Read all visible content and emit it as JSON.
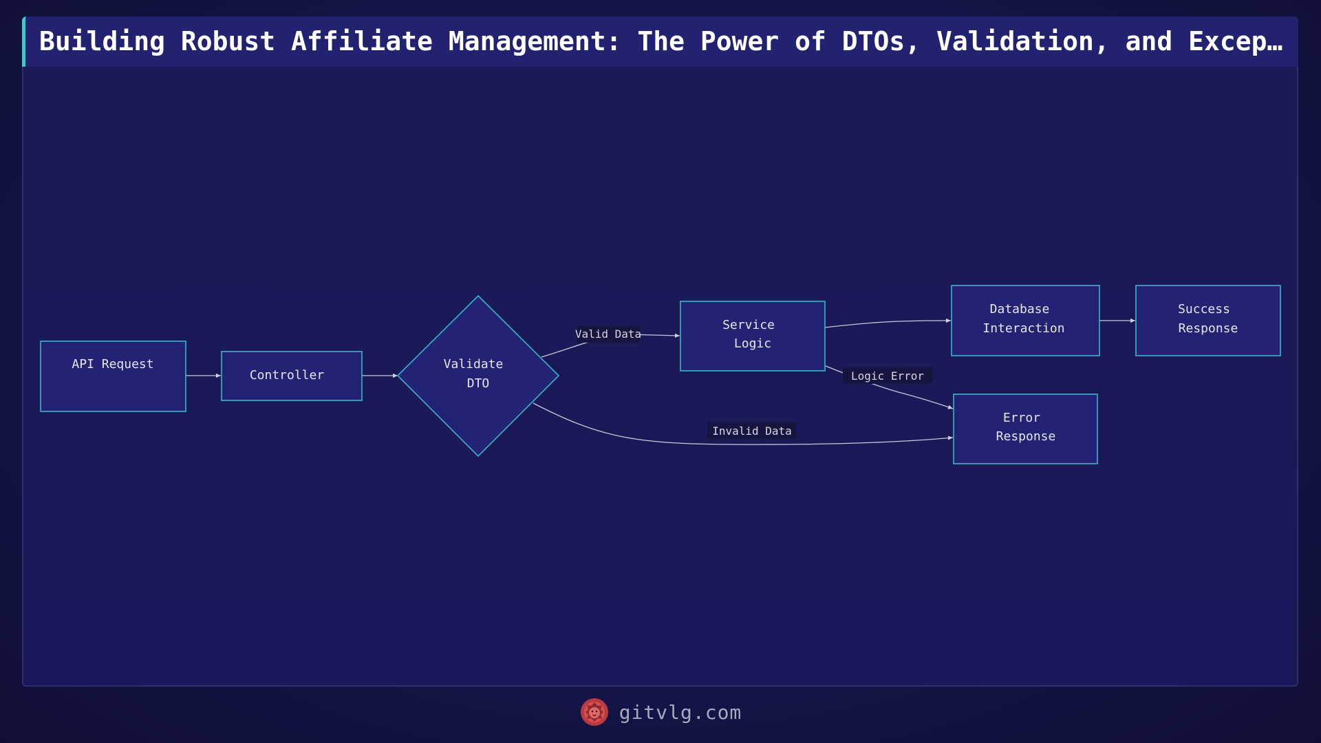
{
  "title": "Building Robust Affiliate Management: The Power of DTOs, Validation, and Exception Handling",
  "nodes": {
    "api_request": [
      "API Request"
    ],
    "controller": [
      "Controller"
    ],
    "validate_dto": [
      "Validate",
      "DTO"
    ],
    "service_logic": [
      "Service",
      "Logic"
    ],
    "database_interaction": [
      "Database",
      "Interaction"
    ],
    "success_response": [
      "Success",
      "Response"
    ],
    "error_response": [
      "Error",
      "Response"
    ]
  },
  "edges": {
    "valid_data": "Valid Data",
    "invalid_data": "Invalid Data",
    "logic_error": "Logic Error"
  },
  "footer": {
    "site": "gitvlg.com",
    "logo_icon": "lion-head-icon"
  },
  "colors": {
    "accent": "#3ec9c9",
    "node_fill": "#232275",
    "node_border": "#38b6c8",
    "logo": "#d94a4a"
  }
}
